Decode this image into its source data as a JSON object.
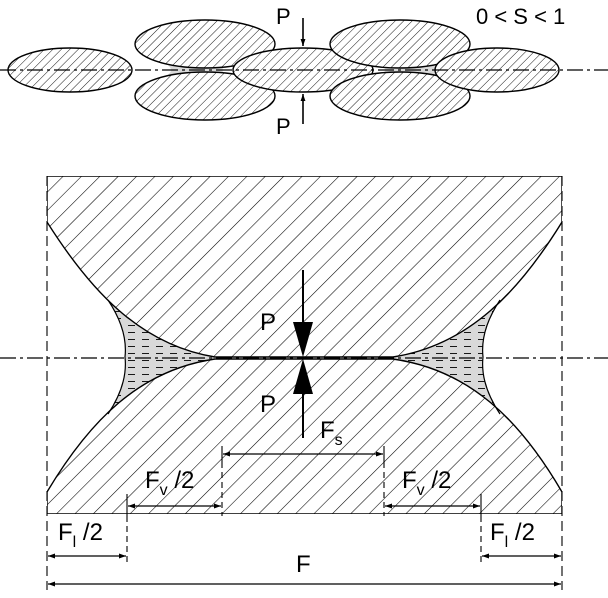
{
  "top_figure": {
    "force_top": "P",
    "force_bottom": "P",
    "range_label": "0 < S < 1"
  },
  "main_figure": {
    "force_top": "P",
    "force_bottom": "P",
    "fs_main": "F",
    "fs_sub": "s",
    "fv_left_main": "F",
    "fv_left_sub": "v",
    "fv_left_tail": " /2",
    "fv_right_main": "F",
    "fv_right_sub": "v",
    "fv_right_tail": " /2",
    "fl_left_main": "F",
    "fl_left_sub": "l",
    "fl_left_tail": " /2",
    "fl_right_main": "F",
    "fl_right_sub": "l",
    "fl_right_tail": " /2",
    "total_label": "F"
  },
  "colors": {
    "ink": "#000000",
    "liquid_fill": "#d9d9d9",
    "ellipse_fill": "#ffffff"
  }
}
